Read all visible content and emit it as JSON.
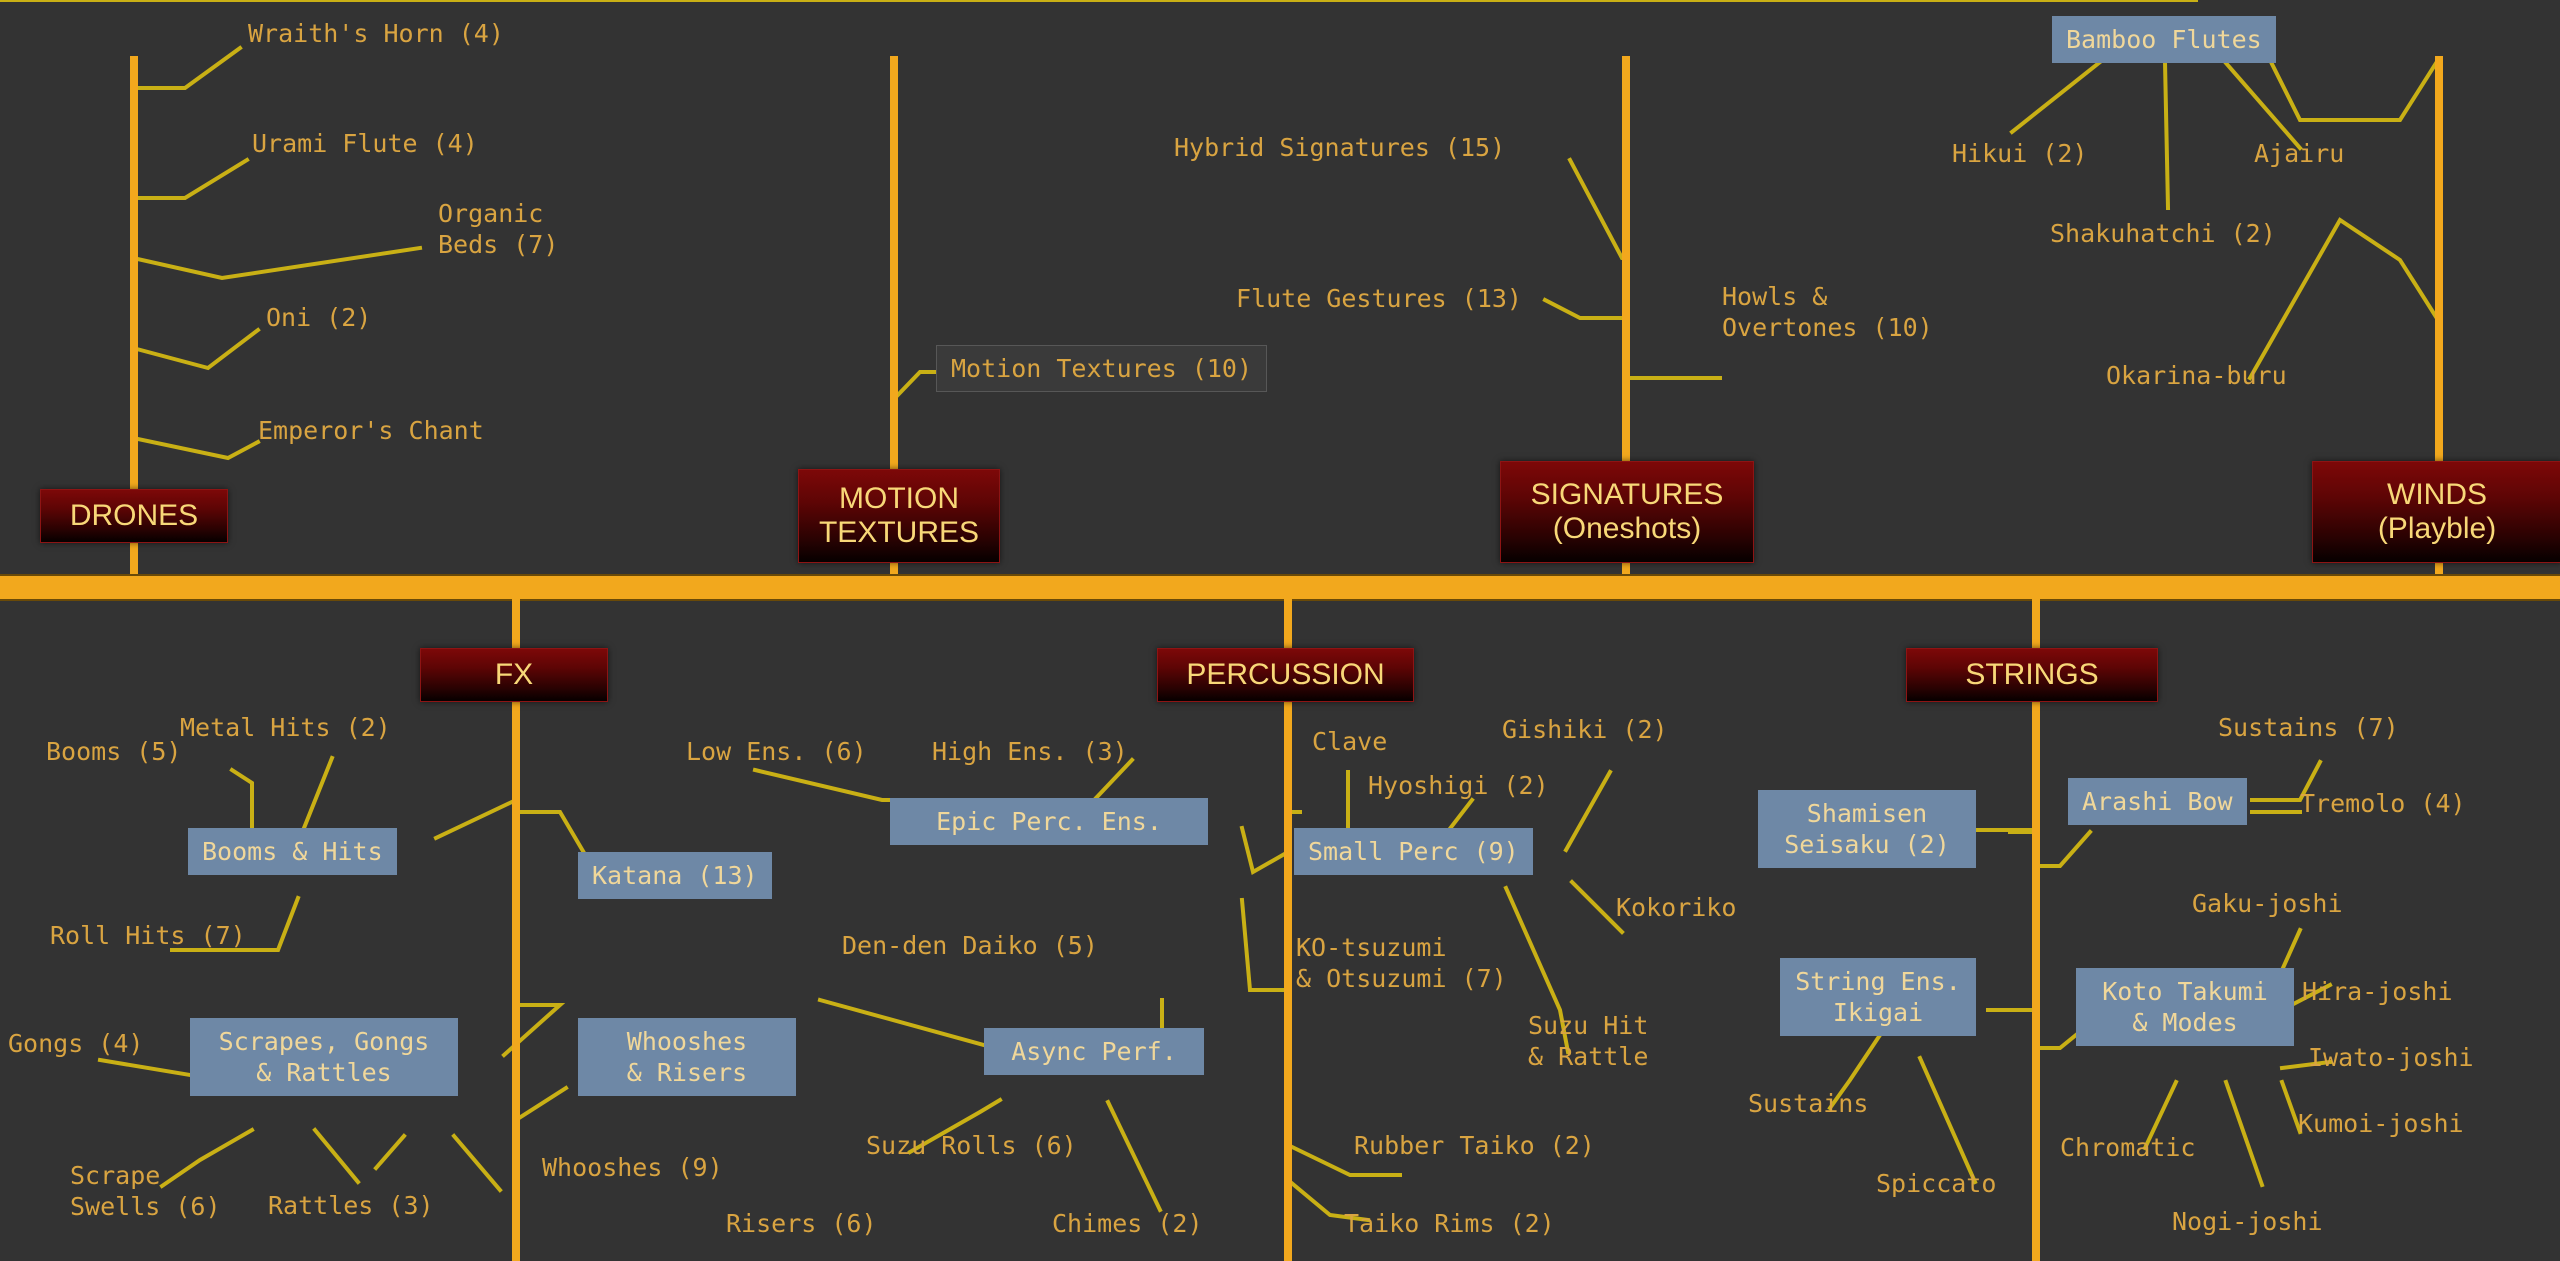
{
  "diagram": {
    "title": "Sample Library Category Tree",
    "colors": {
      "background": "#333333",
      "spine": "#F2A81D",
      "wire": "#C9B015",
      "label_text": "#D9A441",
      "highlight_box": "#6E88A6",
      "highlight_text": "#F0D79A",
      "category_red": "#7d0808",
      "category_text": "#F8D878"
    },
    "categories": [
      {
        "id": "drones",
        "label": "DRONES"
      },
      {
        "id": "motion-textures",
        "label": "MOTION\nTEXTURES"
      },
      {
        "id": "signatures",
        "label": "SIGNATURES\n(Oneshots)"
      },
      {
        "id": "winds",
        "label": "WINDS\n(Playble)"
      },
      {
        "id": "fx",
        "label": "FX"
      },
      {
        "id": "percussion",
        "label": "PERCUSSION"
      },
      {
        "id": "strings",
        "label": "STRINGS"
      }
    ],
    "nodes": [
      {
        "id": "wraiths-horn",
        "text": "Wraith's Horn (4)",
        "style": "plain"
      },
      {
        "id": "urami-flute",
        "text": "Urami Flute (4)",
        "style": "plain"
      },
      {
        "id": "organic-beds",
        "text": "Organic\nBeds (7)",
        "style": "plain"
      },
      {
        "id": "oni",
        "text": "Oni (2)",
        "style": "plain"
      },
      {
        "id": "emperors-chant",
        "text": "Emperor's Chant",
        "style": "plain"
      },
      {
        "id": "motion-textures-n",
        "text": "Motion Textures (10)",
        "style": "box"
      },
      {
        "id": "hybrid-signatures",
        "text": "Hybrid Signatures (15)",
        "style": "plain"
      },
      {
        "id": "flute-gestures",
        "text": "Flute Gestures (13)",
        "style": "plain"
      },
      {
        "id": "howls-overtones",
        "text": "Howls &\nOvertones (10)",
        "style": "plain"
      },
      {
        "id": "bamboo-flutes",
        "text": "Bamboo Flutes",
        "style": "highlight"
      },
      {
        "id": "hikui",
        "text": "Hikui (2)",
        "style": "plain"
      },
      {
        "id": "ajairu",
        "text": "Ajairu",
        "style": "plain"
      },
      {
        "id": "shakuhatchi",
        "text": "Shakuhatchi (2)",
        "style": "plain"
      },
      {
        "id": "okarina-buru",
        "text": "Okarina-buru",
        "style": "plain"
      },
      {
        "id": "metal-hits",
        "text": "Metal Hits (2)",
        "style": "plain"
      },
      {
        "id": "booms",
        "text": "Booms (5)",
        "style": "plain"
      },
      {
        "id": "booms-and-hits",
        "text": "Booms & Hits",
        "style": "highlight"
      },
      {
        "id": "roll-hits",
        "text": "Roll Hits (7)",
        "style": "plain"
      },
      {
        "id": "katana",
        "text": "Katana (13)",
        "style": "highlight"
      },
      {
        "id": "gongs",
        "text": "Gongs (4)",
        "style": "plain"
      },
      {
        "id": "scrapes-gongs-rattles",
        "text": "Scrapes, Gongs\n& Rattles",
        "style": "highlight"
      },
      {
        "id": "scrape-swells",
        "text": "Scrape\nSwells (6)",
        "style": "plain"
      },
      {
        "id": "rattles",
        "text": "Rattles (3)",
        "style": "plain"
      },
      {
        "id": "whooshes-risers",
        "text": "Whooshes\n& Risers",
        "style": "highlight"
      },
      {
        "id": "whooshes",
        "text": "Whooshes (9)",
        "style": "plain"
      },
      {
        "id": "risers",
        "text": "Risers (6)",
        "style": "plain"
      },
      {
        "id": "low-ens",
        "text": "Low Ens. (6)",
        "style": "plain"
      },
      {
        "id": "high-ens",
        "text": "High Ens. (3)",
        "style": "plain"
      },
      {
        "id": "epic-perc-ens",
        "text": "Epic Perc. Ens.",
        "style": "highlight"
      },
      {
        "id": "den-den-daiko",
        "text": "Den-den Daiko (5)",
        "style": "plain"
      },
      {
        "id": "async-perf",
        "text": "Async Perf.",
        "style": "highlight"
      },
      {
        "id": "suzu-rolls",
        "text": "Suzu Rolls (6)",
        "style": "plain"
      },
      {
        "id": "chimes",
        "text": "Chimes (2)",
        "style": "plain"
      },
      {
        "id": "clave",
        "text": "Clave",
        "style": "plain"
      },
      {
        "id": "hyoshigi",
        "text": "Hyoshigi (2)",
        "style": "plain"
      },
      {
        "id": "gishiki",
        "text": "Gishiki (2)",
        "style": "plain"
      },
      {
        "id": "small-perc",
        "text": "Small Perc (9)",
        "style": "highlight"
      },
      {
        "id": "kokoriko",
        "text": "Kokoriko",
        "style": "plain"
      },
      {
        "id": "ko-tsuzumi",
        "text": "KO-tsuzumi\n& Otsuzumi (7)",
        "style": "plain"
      },
      {
        "id": "suzu-hit-rattle",
        "text": "Suzu Hit\n& Rattle",
        "style": "plain"
      },
      {
        "id": "rubber-taiko",
        "text": "Rubber Taiko (2)",
        "style": "plain"
      },
      {
        "id": "taiko-rims",
        "text": "Taiko Rims (2)",
        "style": "plain"
      },
      {
        "id": "shamisen-seisaku",
        "text": "Shamisen\nSeisaku (2)",
        "style": "highlight"
      },
      {
        "id": "string-ens-ikigai",
        "text": "String Ens.\nIkigai",
        "style": "highlight"
      },
      {
        "id": "sustains-strings",
        "text": "Sustains",
        "style": "plain"
      },
      {
        "id": "spiccato",
        "text": "Spiccato",
        "style": "plain"
      },
      {
        "id": "arashi-bow",
        "text": "Arashi Bow",
        "style": "highlight"
      },
      {
        "id": "sustains-bow",
        "text": "Sustains (7)",
        "style": "plain"
      },
      {
        "id": "tremolo",
        "text": "Tremolo (4)",
        "style": "plain"
      },
      {
        "id": "koto-takumi",
        "text": "Koto Takumi\n& Modes",
        "style": "highlight"
      },
      {
        "id": "gaku-joshi",
        "text": "Gaku-joshi",
        "style": "plain"
      },
      {
        "id": "hira-joshi",
        "text": "Hira-joshi",
        "style": "plain"
      },
      {
        "id": "iwato-joshi",
        "text": "Iwato-joshi",
        "style": "plain"
      },
      {
        "id": "kumoi-joshi",
        "text": "Kumoi-joshi",
        "style": "plain"
      },
      {
        "id": "chromatic",
        "text": "Chromatic",
        "style": "plain"
      },
      {
        "id": "nogi-joshi",
        "text": "Nogi-joshi",
        "style": "plain"
      }
    ]
  }
}
